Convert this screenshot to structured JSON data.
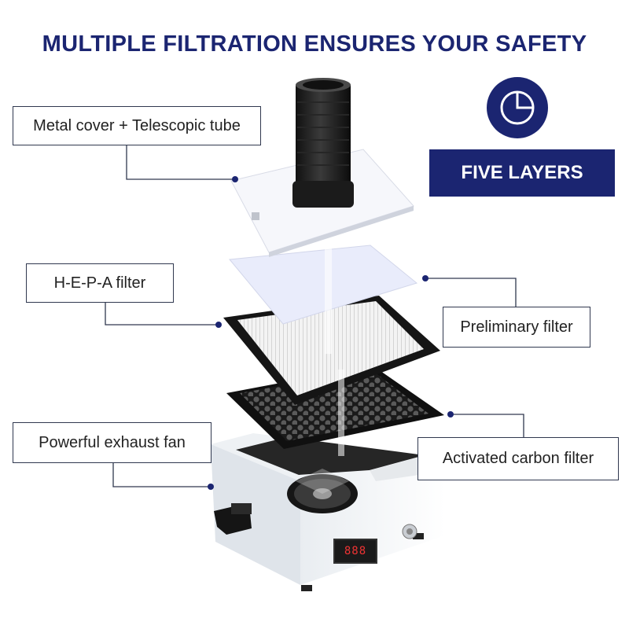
{
  "header": {
    "title": "MULTIPLE FILTRATION ENSURES YOUR SAFETY"
  },
  "badge": {
    "icon": "pie-chart-icon",
    "label": "FIVE LAYERS"
  },
  "callouts": {
    "metal_cover": "Metal cover + Telescopic tube",
    "hepa": "H-E-P-A filter",
    "preliminary": "Preliminary filter",
    "fan": "Powerful exhaust fan",
    "carbon": "Activated carbon filter"
  },
  "display": {
    "readout": "888"
  },
  "colors": {
    "brand": "#1b2571",
    "line": "#30384f",
    "black": "#1a1a1a",
    "white_body": "#f4f6f8"
  }
}
